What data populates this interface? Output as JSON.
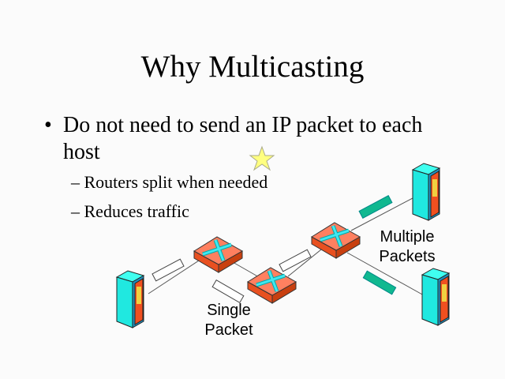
{
  "slide": {
    "title": "Why Multicasting",
    "bullet_symbol": "•",
    "bullet": "Do not need to send an IP packet to each host",
    "sub_dash": "–",
    "sub_bullets": [
      "Routers split when needed",
      "Reduces traffic"
    ]
  },
  "diagram": {
    "single_label_line1": "Single",
    "single_label_line2": "Packet",
    "multiple_label_line1": "Multiple",
    "multiple_label_line2": "Packets",
    "colors": {
      "router": "#ff7f50",
      "router_side": "#e85020",
      "server": "#22e8e0",
      "packet_multi": "#10b890",
      "star": "#ffff80"
    }
  }
}
